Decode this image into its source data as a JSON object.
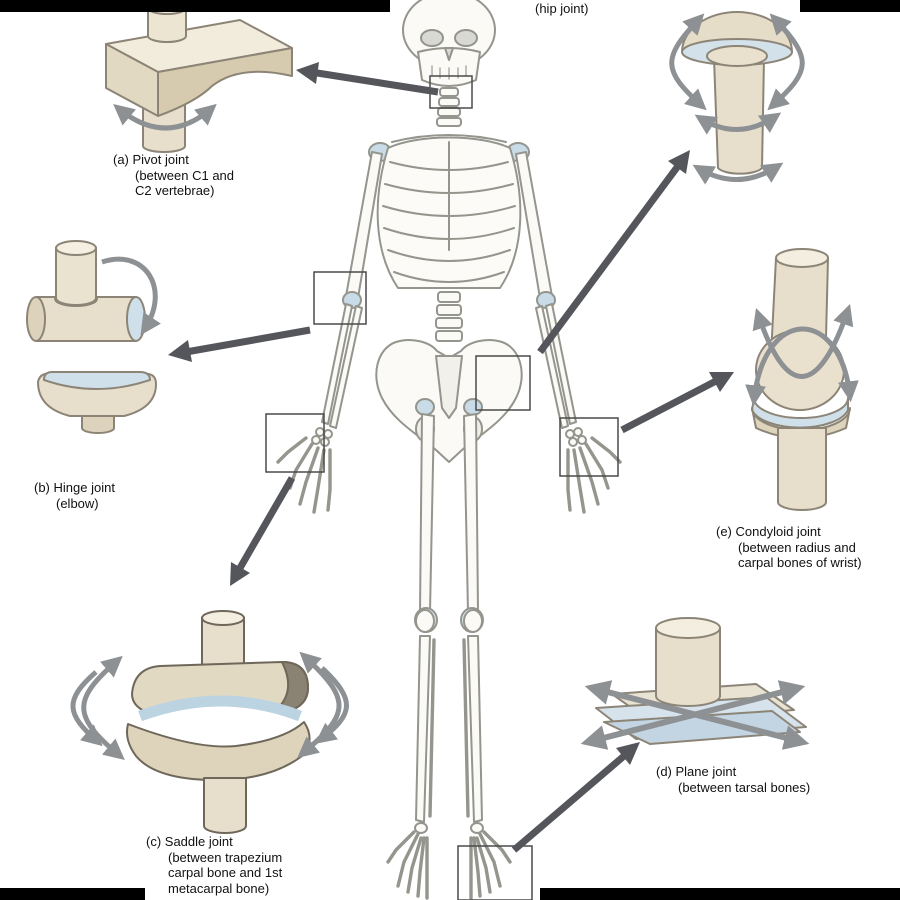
{
  "captions": {
    "pivot": {
      "lines": [
        "(a) Pivot joint",
        "(between C1 and",
        "C2 vertebrae)"
      ]
    },
    "hinge": {
      "lines": [
        "(b) Hinge joint",
        "(elbow)"
      ]
    },
    "saddle": {
      "lines": [
        "(c) Saddle joint",
        "(between trapezium",
        "carpal bone and 1st",
        "metacarpal bone)"
      ]
    },
    "plane": {
      "lines": [
        "(d) Plane joint",
        "(between tarsal bones)"
      ]
    },
    "condyloid": {
      "lines": [
        "(e) Condyloid joint",
        "(between radius and",
        "carpal bones of wrist)"
      ]
    },
    "ball_socket": {
      "lines": [
        "(hip joint)"
      ]
    }
  },
  "icons": {
    "callout_arrow": "thick-diagonal-pointer-arrow",
    "rotation_arrow": "curved-rotation-arrow",
    "highlight_box": "joint-highlight-rectangle"
  },
  "colors": {
    "background": "#ffffff",
    "letterbox": "#000000",
    "bone_light": "#f3eee0",
    "bone_mid": "#e7dfcc",
    "bone_dark": "#d6cbae",
    "cartilage_blue": "#cfe0ea",
    "skeleton_outline": "#94958d",
    "callout_arrow_dark": "#55565b",
    "rotation_arrow_gray": "#8e9194",
    "text": "#111111"
  }
}
